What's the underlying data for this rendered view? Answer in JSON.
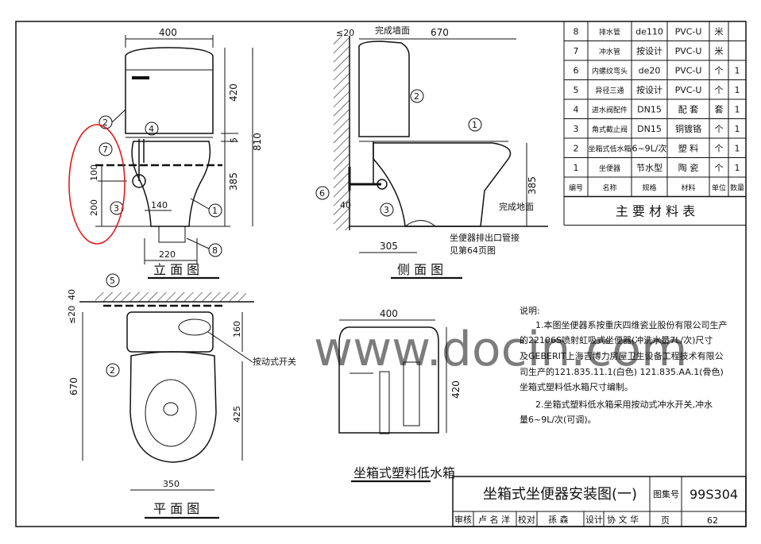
{
  "drawing": {
    "title": "坐箱式坐便器安装图(一)",
    "atlas_label": "图集号",
    "atlas_no": "99S304",
    "page_label": "页",
    "page_no": "62",
    "signoff": [
      {
        "role": "审核",
        "name": "卢 名 洋"
      },
      {
        "role": "校对",
        "name": "孫 森"
      },
      {
        "role": "设计",
        "name": "协 文 华"
      }
    ]
  },
  "watermark": "www.docin.com",
  "bom": {
    "caption": "主 要 材 料 表",
    "headers": [
      "编号",
      "名称",
      "规格",
      "材料",
      "单位",
      "数量"
    ],
    "rows": [
      {
        "no": "8",
        "name": "排水管",
        "spec": "de110",
        "material": "PVC-U",
        "unit": "米",
        "qty": ""
      },
      {
        "no": "7",
        "name": "冲水管",
        "spec": "按设计",
        "material": "PVC-U",
        "unit": "米",
        "qty": ""
      },
      {
        "no": "6",
        "name": "内螺纹弯头",
        "spec": "de20",
        "material": "PVC-U",
        "unit": "个",
        "qty": "1"
      },
      {
        "no": "5",
        "name": "异径三通",
        "spec": "按设计",
        "material": "PVC-U",
        "unit": "个",
        "qty": "1"
      },
      {
        "no": "4",
        "name": "进水阀配件",
        "spec": "DN15",
        "material": "配 套",
        "unit": "套",
        "qty": "1"
      },
      {
        "no": "3",
        "name": "角式截止阀",
        "spec": "DN15",
        "material": "铜镀铬",
        "unit": "个",
        "qty": "1"
      },
      {
        "no": "2",
        "name": "坐箱式低水箱",
        "spec": "6~9L/次",
        "material": "塑 料",
        "unit": "个",
        "qty": "1"
      },
      {
        "no": "1",
        "name": "坐便器",
        "spec": "节水型",
        "material": "陶 瓷",
        "unit": "个",
        "qty": "1"
      }
    ]
  },
  "notes": {
    "heading": "说明:",
    "lines": [
      "1.本图坐便器系按重庆四维瓷业股份有限公司生产",
      "的22106S喷射虹吸式坐便器(冲洗水量7L/次)尺寸",
      "及GEBERIT上海吉博力房屋卫生设备工程技术有限公",
      "司生产的121.835.11.1(白色) 121.835.AA.1(骨色)",
      "坐箱式塑料低水箱尺寸编制。",
      "2.坐箱式塑料低水箱采用按动式冲水开关,冲水",
      "量6~9L/次(可调)。"
    ]
  },
  "views": {
    "elevation": {
      "title": "立 面 图",
      "dims": {
        "width_top": "400",
        "h_420": "420",
        "h_5": "5",
        "h_810": "810",
        "h_385": "385",
        "h_100": "100",
        "h_200": "200",
        "w_140": "140",
        "w_220": "220"
      },
      "tags": [
        "2",
        "4",
        "7",
        "3",
        "1",
        "8"
      ]
    },
    "side": {
      "title": "侧 面 图",
      "dims": {
        "d_20": "≤20",
        "d_670": "670",
        "d_385": "385",
        "d_40": "40",
        "d_305": "305"
      },
      "labels": {
        "finished_wall": "完成墙面",
        "finished_floor": "完成地面",
        "outlet_note_1": "坐便器排出口管接",
        "outlet_note_2": "见第64页图"
      },
      "tags": [
        "2",
        "1",
        "6",
        "3"
      ]
    },
    "plan": {
      "title": "平 面 图",
      "dims": {
        "d_40": "40",
        "d_20": "≤20",
        "d_160": "160",
        "d_670": "670",
        "d_425": "425",
        "d_350": "350"
      },
      "labels": {
        "button": "按动式开关"
      },
      "tags": [
        "5",
        "2"
      ]
    },
    "tank": {
      "title": "坐箱式塑料低水箱",
      "dims": {
        "w_400": "400",
        "h_420": "420"
      }
    }
  },
  "highlight_color": "#e0191b"
}
